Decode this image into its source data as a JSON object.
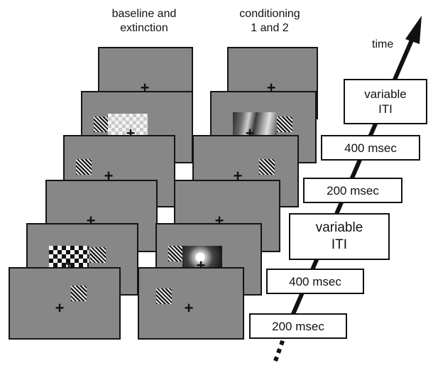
{
  "columns": {
    "left_title": "baseline and\nextinction",
    "right_title": "conditioning\n1 and 2"
  },
  "fixation_symbol": "+",
  "timeline": {
    "axis_label": "time",
    "boxes": [
      {
        "label": "200 msec"
      },
      {
        "label": "400 msec"
      },
      {
        "label": "variable\nITI"
      },
      {
        "label": "200 msec"
      },
      {
        "label": "400 msec"
      },
      {
        "label": "variable\nITI"
      }
    ]
  },
  "colors": {
    "panel_gray": "#878787",
    "border": "#141414",
    "background": "#ffffff"
  }
}
